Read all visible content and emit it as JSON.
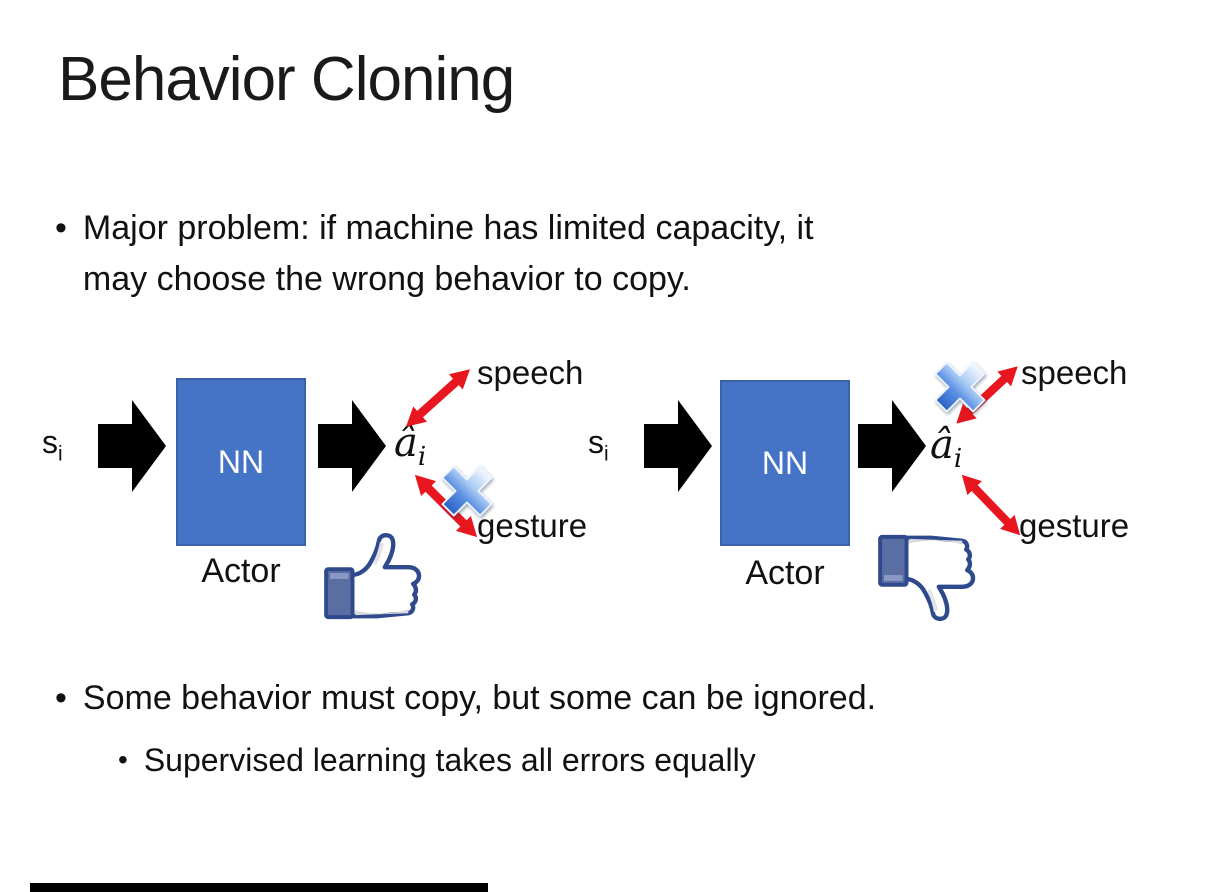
{
  "slide": {
    "title": "Behavior Cloning",
    "bullet_char": "•",
    "bullet1_line1": "Major problem: if machine has limited capacity, it",
    "bullet1_line2": "may choose the wrong behavior to copy.",
    "bullet2": "Some behavior must copy, but some can be ignored.",
    "bullet2_sub": "Supervised learning takes all errors equally"
  },
  "diagram_left": {
    "input": "s",
    "input_sub": "i",
    "box_label": "NN",
    "box_caption": "Actor",
    "output": "â",
    "output_sub": "i",
    "branch_top": "speech",
    "branch_bottom": "gesture",
    "crossed_out": "gesture",
    "feedback_icon": "thumbs-up"
  },
  "diagram_right": {
    "input": "s",
    "input_sub": "i",
    "box_label": "NN",
    "box_caption": "Actor",
    "output": "â",
    "output_sub": "i",
    "branch_top": "speech",
    "branch_bottom": "gesture",
    "crossed_out": "speech",
    "feedback_icon": "thumbs-down"
  },
  "colors": {
    "nn_box": "#4573C5",
    "nn_box_border": "#3A62A9",
    "arrow_black": "#000000",
    "arrow_red": "#E8161E",
    "cross_blue": "#3D7BD9",
    "thumb_navy": "#2F4A8C",
    "thumb_cuff": "#5B6EA4"
  }
}
